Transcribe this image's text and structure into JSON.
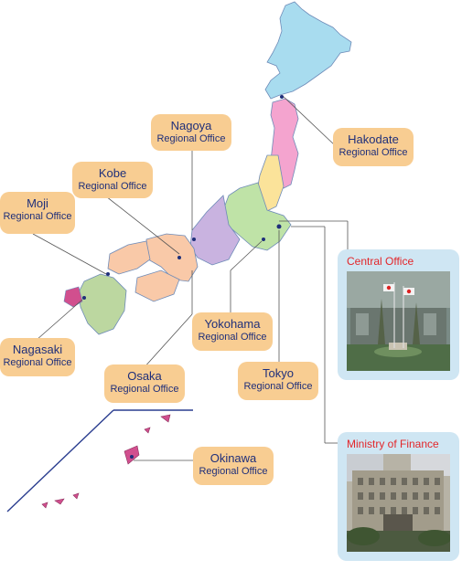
{
  "offices": {
    "nagoya": {
      "city": "Nagoya",
      "sub": "Regional Office"
    },
    "kobe": {
      "city": "Kobe",
      "sub": "Regional Office"
    },
    "moji": {
      "city": "Moji",
      "sub": "Regional Office"
    },
    "hakodate": {
      "city": "Hakodate",
      "sub": "Regional Office"
    },
    "nagasaki": {
      "city": "Nagasaki",
      "sub": "Regional Office"
    },
    "yokohama": {
      "city": "Yokohama",
      "sub": "Regional Office"
    },
    "osaka": {
      "city": "Osaka",
      "sub": "Regional Office"
    },
    "tokyo": {
      "city": "Tokyo",
      "sub": "Regional Office"
    },
    "okinawa": {
      "city": "Okinawa",
      "sub": "Regional Office"
    }
  },
  "central_office": {
    "title": "Central Office"
  },
  "ministry_of_finance": {
    "title": "Ministry of Finance"
  },
  "colors": {
    "label_bg": "#f8cd92",
    "label_text": "#1f2f7a",
    "card_bg": "#cfe6f3",
    "card_title": "#e3262a",
    "hokkaido": "#a8dcef",
    "tohoku_pink": "#f4a4cf",
    "tohoku_yellow": "#fbe39a",
    "kanto_green": "#bfe3a7",
    "chubu_purple": "#c9b3e0",
    "kansai_peach": "#f9c9a8",
    "kyushu_green": "#bcd7a0",
    "boundary": "#2a3d8f",
    "leader_line": "#555555"
  }
}
